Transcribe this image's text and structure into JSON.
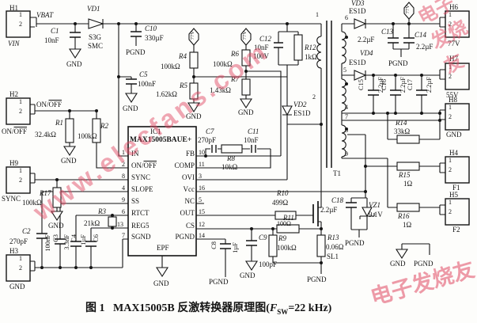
{
  "caption": {
    "figure": "图 1",
    "title": "MAX15005B 反激转换器原理图",
    "param_open": "(",
    "param_sym": "F",
    "param_sub": "SW",
    "param_rest": "=22 kHz)"
  },
  "watermarks": {
    "diagonal": "www.elecfans.com",
    "corner": "电子发烧友",
    "color": "#e04862"
  },
  "offpage": {
    "rail_77v": "77V"
  },
  "ground_labels": {
    "gnd": "GND",
    "pgnd": "PGND"
  },
  "connectors": {
    "h1": {
      "title": "H1",
      "pins": [
        "1",
        "2"
      ],
      "signal": "VBAT",
      "label": "VIN"
    },
    "h2": {
      "title": "H2",
      "pins": [
        "1",
        "2"
      ],
      "signal_pre": "ON/",
      "signal_bar": "OFF",
      "label_pre": "ON/",
      "label_bar": "OFF"
    },
    "h9": {
      "title": "H9",
      "pins": [
        "1",
        "2"
      ],
      "label": "SYNC"
    },
    "h3": {
      "title": "H3",
      "pins": [
        "1",
        "2"
      ],
      "label": "GND"
    },
    "h6": {
      "title": "H6",
      "pins": [
        "1",
        "2"
      ],
      "label": "77V"
    },
    "h7": {
      "title": "H7",
      "pins": [
        "1",
        "2"
      ],
      "label": "55V"
    },
    "h8": {
      "title": "H8",
      "pins": [
        "1",
        "2"
      ],
      "label": "GND"
    },
    "h4": {
      "title": "H4",
      "pins": [
        "1",
        "2"
      ],
      "label": "F1"
    },
    "h5": {
      "title": "H5",
      "pins": [
        "1",
        "2"
      ],
      "label": "F2"
    }
  },
  "ic": {
    "ref": "IC1",
    "part": "MAX15005BAUE+",
    "pad": "EPF",
    "left": [
      {
        "num": "1",
        "name": "IN"
      },
      {
        "num": "2",
        "name": "ON/",
        "bar": "OFF"
      },
      {
        "num": "8",
        "name": "SYNC"
      },
      {
        "num": "4",
        "name": "SLOPE"
      },
      {
        "num": "9",
        "name": "SS"
      },
      {
        "num": "6",
        "name": "RTCT"
      },
      {
        "num": "13",
        "name": "REG5"
      },
      {
        "num": "7",
        "name": "SGND"
      }
    ],
    "right": [
      {
        "num": "10",
        "name": "FB"
      },
      {
        "num": "11",
        "name": "COMP"
      },
      {
        "num": "3",
        "name": "OVI"
      },
      {
        "num": "16",
        "name": "Vcc"
      },
      {
        "num": "5",
        "name": "NC"
      },
      {
        "num": "15",
        "name": "OUT"
      },
      {
        "num": "12",
        "name": "CS"
      },
      {
        "num": "14",
        "name": "PGND"
      }
    ]
  },
  "transformer": {
    "ref": "T1",
    "p1": "1",
    "p2": "2",
    "s6": "6",
    "s5": "5",
    "s4": "4",
    "s7": "7",
    "s8": "8",
    "s9": "9"
  },
  "components": {
    "c1": {
      "ref": "C1",
      "val": "10nF"
    },
    "vd1": {
      "ref": "VD1",
      "val1": "S3G",
      "val2": "SMC"
    },
    "c10": {
      "ref": "C10",
      "val": "330µF"
    },
    "c5": {
      "ref": "C5",
      "val": "100nF"
    },
    "r1": {
      "ref": "R1",
      "val": "32.4kΩ"
    },
    "r2": {
      "ref": "R2",
      "val": "100kΩ"
    },
    "r17": {
      "ref": "R17",
      "val": "100kΩ"
    },
    "r4": {
      "ref": "R4",
      "val": "100kΩ"
    },
    "r5": {
      "ref": "R5",
      "val": "1.62kΩ"
    },
    "r6": {
      "ref": "R6",
      "val": "100kΩ"
    },
    "r7": {
      "ref": "R7",
      "val": "1.43kΩ"
    },
    "c12": {
      "ref": "C12",
      "val": "10nF",
      "rating": "100V"
    },
    "r12": {
      "ref": "R12",
      "val": "1kΩ"
    },
    "vd2": {
      "ref": "VD2",
      "val": "ES1D"
    },
    "c2": {
      "ref": "C2",
      "val": "270pF"
    },
    "c3": {
      "ref": "C3",
      "val": "100nF"
    },
    "c4": {
      "ref": "C4",
      "val": "3.3nF"
    },
    "c6": {
      "ref": "C6",
      "val": "1µF"
    },
    "r3": {
      "ref": "R3",
      "val": "21kΩ"
    },
    "c7": {
      "ref": "C7",
      "val": "270pF"
    },
    "r8": {
      "ref": "R8",
      "val": "10kΩ"
    },
    "c11": {
      "ref": "C11",
      "val": "10nF"
    },
    "r10": {
      "ref": "R10",
      "val": "499Ω"
    },
    "r11": {
      "ref": "R11",
      "val": "100Ω"
    },
    "r9": {
      "ref": "R9",
      "val": "100kΩ"
    },
    "r13": {
      "ref": "R13",
      "val": "0.06Ω",
      "note": "SL1"
    },
    "c9": {
      "ref": "C9",
      "val": "100pF"
    },
    "c8": {
      "ref": "C8",
      "val": "1µF"
    },
    "vd3": {
      "ref": "VD3",
      "val": "ES1D"
    },
    "vd4": {
      "ref": "VD4",
      "val": "ES1D"
    },
    "c13": {
      "ref": "C13",
      "val": "2.2µF"
    },
    "c14": {
      "ref": "C14",
      "val": "2.2µF"
    },
    "c15": {
      "ref": "C15",
      "val": "2.2µF"
    },
    "c16": {
      "ref": "C16",
      "val": "2.2µF"
    },
    "c17": {
      "ref": "C17",
      "val": "2.2µF"
    },
    "r14": {
      "ref": "R14",
      "val": "33kΩ"
    },
    "r15": {
      "ref": "R15",
      "val": "1Ω"
    },
    "r16": {
      "ref": "R16",
      "val": "1Ω"
    },
    "c18": {
      "ref": "C18",
      "val": "2.2µF"
    },
    "vz1": {
      "ref": "VZ1",
      "val": "9.1V"
    }
  }
}
